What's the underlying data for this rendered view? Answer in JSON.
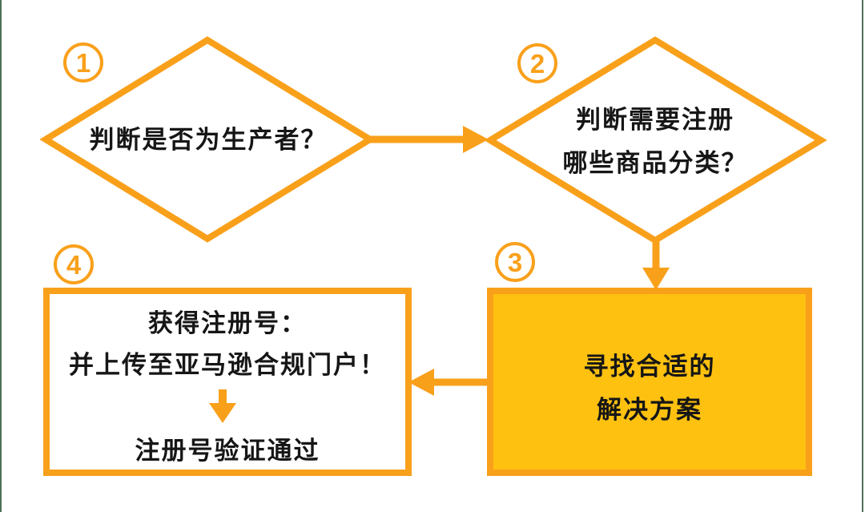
{
  "theme": {
    "orange": "#F9A01B",
    "fill_yellow": "#FFC110",
    "text_color": "#161616",
    "edge_green": "#4F7158",
    "background": "#FFFFFF"
  },
  "diagram": {
    "type": "flowchart",
    "steps": [
      {
        "number": "1",
        "shape": "diamond-outline",
        "lines": [
          "判断是否为生产者？"
        ]
      },
      {
        "number": "2",
        "shape": "diamond-outline",
        "lines": [
          "判断需要注册",
          "哪些商品分类？"
        ]
      },
      {
        "number": "3",
        "shape": "rect-filled",
        "lines": [
          "寻找合适的",
          "解决方案"
        ]
      },
      {
        "number": "4",
        "shape": "rect-outline",
        "lines": [
          "获得注册号：",
          "并上传至亚马逊合规门户！",
          "注册号验证通过"
        ]
      }
    ],
    "connections": [
      {
        "from": "1",
        "to": "2",
        "direction": "right"
      },
      {
        "from": "2",
        "to": "3",
        "direction": "down"
      },
      {
        "from": "3",
        "to": "4",
        "direction": "left"
      },
      {
        "within": "4",
        "direction": "down"
      }
    ]
  }
}
